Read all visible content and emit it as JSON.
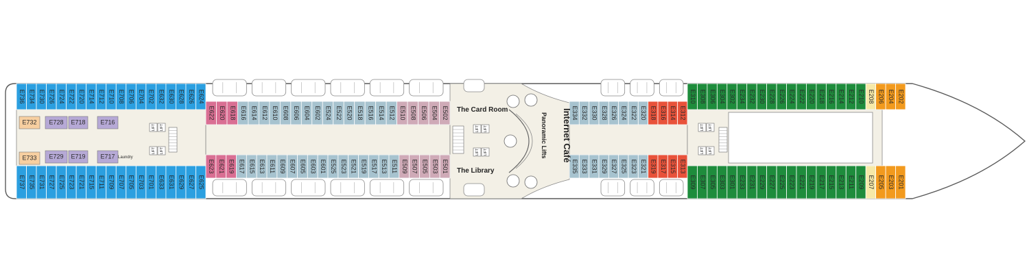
{
  "colors": {
    "blue": "#2b9fe0",
    "green": "#1e8c3c",
    "orange": "#f29a1e",
    "peach": "#f7cfa0",
    "pale_yellow": "#f6e9a8",
    "red": "#e8523a",
    "pink": "#d96f93",
    "mauve": "#cfaab7",
    "grayblue": "#a7c3cf",
    "lavender": "#b6a9d6",
    "deck": "#f3f0e6",
    "outline": "#5a5a5a"
  },
  "venues": {
    "card_room": "The Card Room",
    "library": "The Library",
    "internet_cafe": "Internet Café",
    "panoramic_lifts": "Panoramic Lifts",
    "laundry": "Laundry",
    "lift": "LIFT"
  },
  "sections": {
    "aft_top": {
      "color": "blue",
      "labels": [
        "E736",
        "E734",
        "E730",
        "E726",
        "E724",
        "E722",
        "E720",
        "E714",
        "E712",
        "E710",
        "E708",
        "E706",
        "E704",
        "E702",
        "E632",
        "E630",
        "E628",
        "E626",
        "E624"
      ]
    },
    "aft_bottom": {
      "color": "blue",
      "labels": [
        "E737",
        "E735",
        "E731",
        "E727",
        "E725",
        "E723",
        "E721",
        "E715",
        "E711",
        "E709",
        "E707",
        "E705",
        "E703",
        "E701",
        "E633",
        "E631",
        "E629",
        "E627",
        "E625"
      ]
    },
    "mid_top": {
      "labels": [
        {
          "t": "E622",
          "c": "pink"
        },
        {
          "t": "E620",
          "c": "pink"
        },
        {
          "t": "E618",
          "c": "pink"
        },
        {
          "t": "E616",
          "c": "grayblue"
        },
        {
          "t": "E614",
          "c": "grayblue"
        },
        {
          "t": "E612",
          "c": "grayblue"
        },
        {
          "t": "E610",
          "c": "grayblue"
        },
        {
          "t": "E608",
          "c": "grayblue"
        },
        {
          "t": "E606",
          "c": "grayblue"
        },
        {
          "t": "E604",
          "c": "grayblue"
        },
        {
          "t": "E602",
          "c": "grayblue"
        },
        {
          "t": "E524",
          "c": "grayblue"
        },
        {
          "t": "E522",
          "c": "grayblue"
        },
        {
          "t": "E520",
          "c": "grayblue"
        },
        {
          "t": "E518",
          "c": "grayblue"
        },
        {
          "t": "E516",
          "c": "grayblue"
        },
        {
          "t": "E514",
          "c": "grayblue"
        },
        {
          "t": "E512",
          "c": "grayblue"
        },
        {
          "t": "E510",
          "c": "mauve"
        },
        {
          "t": "E508",
          "c": "mauve"
        },
        {
          "t": "E506",
          "c": "mauve"
        },
        {
          "t": "E504",
          "c": "mauve"
        },
        {
          "t": "E502",
          "c": "mauve"
        }
      ]
    },
    "mid_bottom": {
      "labels": [
        {
          "t": "E623",
          "c": "pink"
        },
        {
          "t": "E621",
          "c": "pink"
        },
        {
          "t": "E619",
          "c": "pink"
        },
        {
          "t": "E617",
          "c": "grayblue"
        },
        {
          "t": "E615",
          "c": "grayblue"
        },
        {
          "t": "E613",
          "c": "grayblue"
        },
        {
          "t": "E611",
          "c": "grayblue"
        },
        {
          "t": "E609",
          "c": "grayblue"
        },
        {
          "t": "E607",
          "c": "grayblue"
        },
        {
          "t": "E605",
          "c": "grayblue"
        },
        {
          "t": "E603",
          "c": "grayblue"
        },
        {
          "t": "E601",
          "c": "grayblue"
        },
        {
          "t": "E525",
          "c": "grayblue"
        },
        {
          "t": "E523",
          "c": "grayblue"
        },
        {
          "t": "E521",
          "c": "grayblue"
        },
        {
          "t": "E519",
          "c": "grayblue"
        },
        {
          "t": "E517",
          "c": "grayblue"
        },
        {
          "t": "E513",
          "c": "grayblue"
        },
        {
          "t": "E511",
          "c": "grayblue"
        },
        {
          "t": "E509",
          "c": "mauve"
        },
        {
          "t": "E507",
          "c": "mauve"
        },
        {
          "t": "E505",
          "c": "mauve"
        },
        {
          "t": "E503",
          "c": "mauve"
        },
        {
          "t": "E501",
          "c": "mauve"
        }
      ]
    },
    "fwdmid_top": {
      "labels": [
        {
          "t": "E334",
          "c": "grayblue"
        },
        {
          "t": "E332",
          "c": "grayblue"
        },
        {
          "t": "E330",
          "c": "grayblue"
        },
        {
          "t": "E328",
          "c": "grayblue"
        },
        {
          "t": "E326",
          "c": "grayblue"
        },
        {
          "t": "E324",
          "c": "grayblue"
        },
        {
          "t": "E322",
          "c": "grayblue"
        },
        {
          "t": "E320",
          "c": "grayblue"
        },
        {
          "t": "E318",
          "c": "red"
        },
        {
          "t": "E316",
          "c": "red"
        },
        {
          "t": "E314",
          "c": "red"
        },
        {
          "t": "E312",
          "c": "red"
        }
      ]
    },
    "fwdmid_bottom": {
      "labels": [
        {
          "t": "E335",
          "c": "grayblue"
        },
        {
          "t": "E333",
          "c": "grayblue"
        },
        {
          "t": "E331",
          "c": "grayblue"
        },
        {
          "t": "E329",
          "c": "grayblue"
        },
        {
          "t": "E327",
          "c": "grayblue"
        },
        {
          "t": "E325",
          "c": "grayblue"
        },
        {
          "t": "E323",
          "c": "grayblue"
        },
        {
          "t": "E321",
          "c": "grayblue"
        },
        {
          "t": "E319",
          "c": "red"
        },
        {
          "t": "E317",
          "c": "red"
        },
        {
          "t": "E315",
          "c": "red"
        },
        {
          "t": "E313",
          "c": "red"
        }
      ]
    },
    "fwd_top": {
      "labels": [
        {
          "t": "E310",
          "c": "green"
        },
        {
          "t": "E308",
          "c": "green"
        },
        {
          "t": "E306",
          "c": "green"
        },
        {
          "t": "E304",
          "c": "green"
        },
        {
          "t": "E302",
          "c": "green"
        },
        {
          "t": "E234",
          "c": "green"
        },
        {
          "t": "E232",
          "c": "green"
        },
        {
          "t": "E230",
          "c": "green"
        },
        {
          "t": "E228",
          "c": "green"
        },
        {
          "t": "E226",
          "c": "green"
        },
        {
          "t": "E224",
          "c": "green"
        },
        {
          "t": "E222",
          "c": "green"
        },
        {
          "t": "E220",
          "c": "green"
        },
        {
          "t": "E218",
          "c": "green"
        },
        {
          "t": "E216",
          "c": "green"
        },
        {
          "t": "E214",
          "c": "green"
        },
        {
          "t": "E212",
          "c": "green"
        },
        {
          "t": "E210",
          "c": "green"
        },
        {
          "t": "E208",
          "c": "pale_yellow"
        },
        {
          "t": "E206",
          "c": "orange"
        },
        {
          "t": "E204",
          "c": "orange"
        },
        {
          "t": "E202",
          "c": "orange"
        }
      ]
    },
    "fwd_bottom": {
      "labels": [
        {
          "t": "E309",
          "c": "green"
        },
        {
          "t": "E307",
          "c": "green"
        },
        {
          "t": "E305",
          "c": "green"
        },
        {
          "t": "E303",
          "c": "green"
        },
        {
          "t": "E301",
          "c": "green"
        },
        {
          "t": "E233",
          "c": "green"
        },
        {
          "t": "E231",
          "c": "green"
        },
        {
          "t": "E229",
          "c": "green"
        },
        {
          "t": "E227",
          "c": "green"
        },
        {
          "t": "E225",
          "c": "green"
        },
        {
          "t": "E223",
          "c": "green"
        },
        {
          "t": "E221",
          "c": "green"
        },
        {
          "t": "E219",
          "c": "green"
        },
        {
          "t": "E217",
          "c": "green"
        },
        {
          "t": "E215",
          "c": "green"
        },
        {
          "t": "E213",
          "c": "green"
        },
        {
          "t": "E211",
          "c": "green"
        },
        {
          "t": "E209",
          "c": "green"
        },
        {
          "t": "E207",
          "c": "pale_yellow"
        },
        {
          "t": "E205",
          "c": "orange"
        },
        {
          "t": "E203",
          "c": "orange"
        },
        {
          "t": "E201",
          "c": "orange"
        }
      ]
    },
    "inner": [
      {
        "t": "E732",
        "c": "peach"
      },
      {
        "t": "E733",
        "c": "peach"
      },
      {
        "t": "E728",
        "c": "lavender"
      },
      {
        "t": "E718",
        "c": "lavender"
      },
      {
        "t": "E716",
        "c": "lavender"
      },
      {
        "t": "E729",
        "c": "lavender"
      },
      {
        "t": "E719",
        "c": "lavender"
      },
      {
        "t": "E717",
        "c": "lavender"
      }
    ]
  }
}
